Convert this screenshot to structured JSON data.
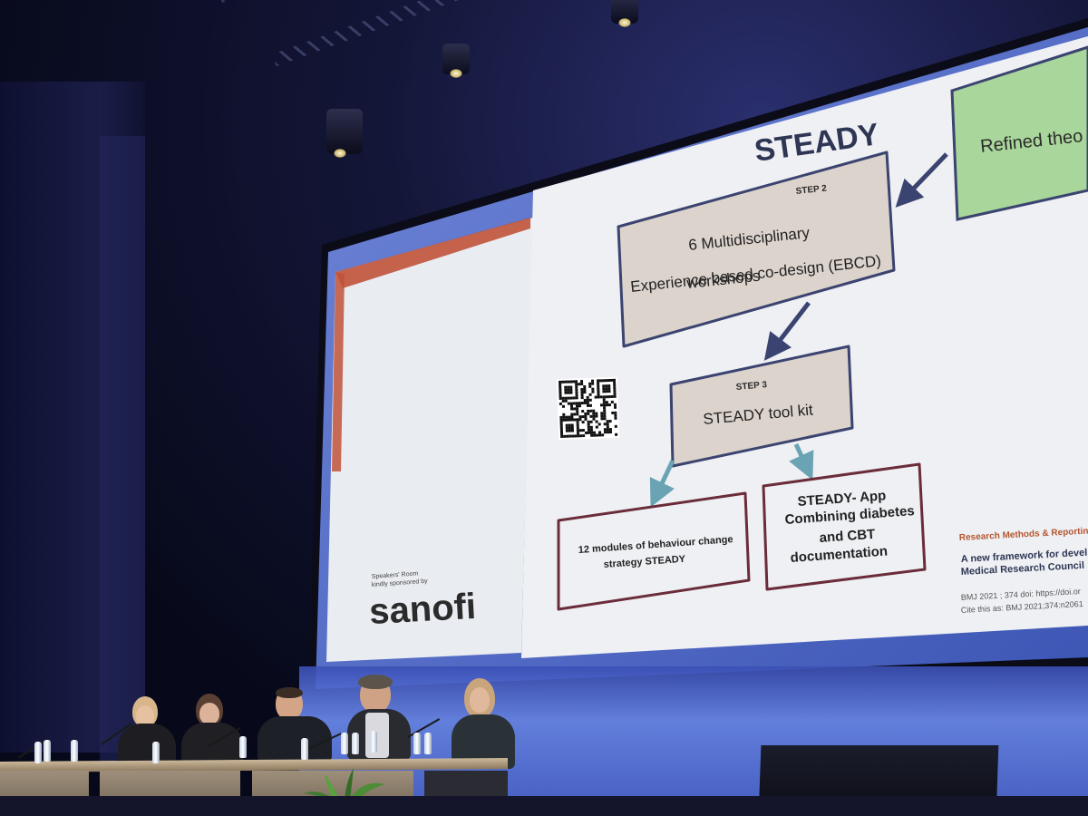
{
  "slide": {
    "title": "STEADY",
    "box_green_text": "Refined theo",
    "step2": {
      "label": "STEP 2",
      "line1": "6 Multidisciplinary",
      "line2": "Experience based co-design (EBCD)",
      "line3": "workshops"
    },
    "step3": {
      "label": "STEP 3",
      "text": "STEADY tool kit"
    },
    "modules": {
      "line1": "12 modules of behaviour change",
      "line2": "strategy STEADY"
    },
    "app": {
      "line1": "STEADY- App",
      "line2": "Combining diabetes",
      "line3": "and CBT",
      "line4": "documentation"
    },
    "reference": {
      "heading": "Research Methods & Reporting",
      "line1": "A new framework for devel",
      "line2": "Medical Research Council",
      "cite1": "BMJ  2021 ; 374  doi: https://doi.or",
      "cite2": "Cite this as: BMJ  2021;374:n2061"
    },
    "sponsor": {
      "line1": "Speakers' Room",
      "line2": "kindly sponsored by",
      "logo": "sanofi"
    }
  },
  "colors": {
    "slide_bg": "#eef0f4",
    "box_fill": "#dcd3cc",
    "box_border": "#3b4470",
    "green_fill": "#a9d69b",
    "modules_border": "#6b2c3a",
    "arrow_dark": "#3b4470",
    "arrow_teal": "#6aa3b3",
    "accent_red": "#c0533a"
  }
}
